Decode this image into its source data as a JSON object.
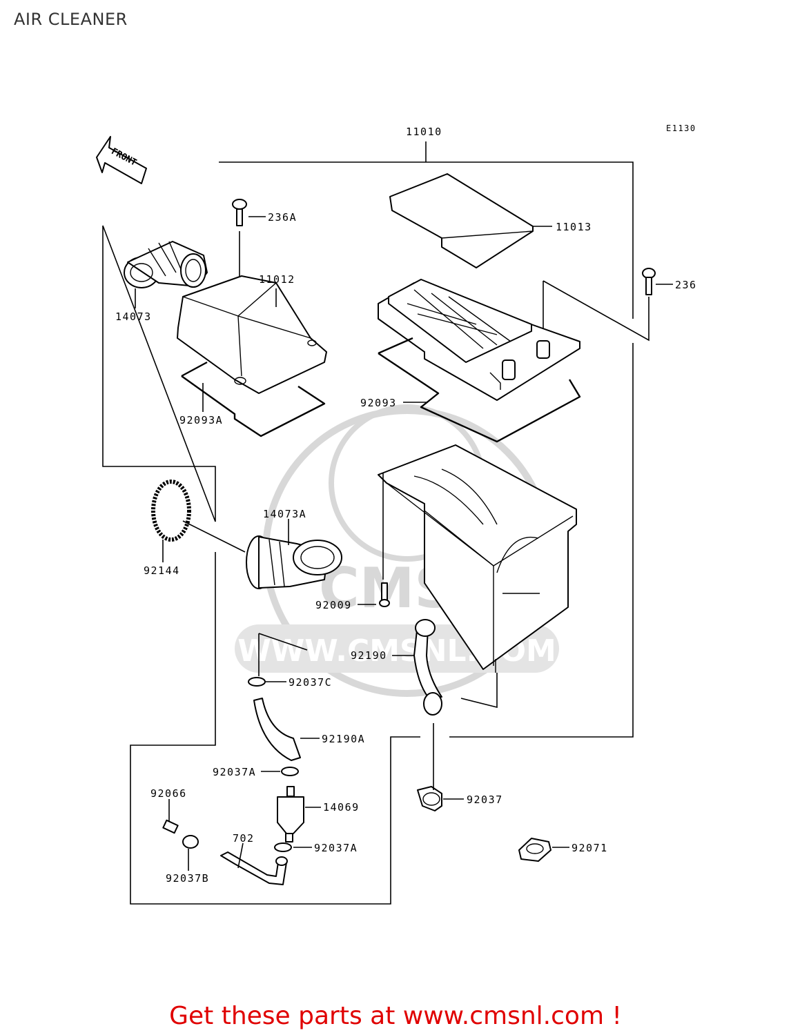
{
  "title": "AIR CLEANER",
  "diagram_code": "E1130",
  "front_arrow_text": "FRONT",
  "watermark": {
    "logo": "CMS",
    "url": "WWW.CMSNL.COM"
  },
  "part_labels": {
    "p11010": "11010",
    "p11013": "11013",
    "p236A": "236A",
    "p236": "236",
    "p11012": "11012",
    "p14073": "14073",
    "p92093A": "92093A",
    "p92093": "92093",
    "p14073A": "14073A",
    "p92144": "92144",
    "p92009": "92009",
    "p92190": "92190",
    "p92037C": "92037C",
    "p92190A": "92190A",
    "p92037A_top": "92037A",
    "p92066": "92066",
    "p14069": "14069",
    "p92037": "92037",
    "p702": "702",
    "p92037A_bottom": "92037A",
    "p92071": "92071",
    "p92037B": "92037B"
  },
  "footer": "Get these parts at www.cmsnl.com !",
  "colors": {
    "footer": "#e00000",
    "lines": "#000000",
    "watermark": "#d8d8d8"
  }
}
